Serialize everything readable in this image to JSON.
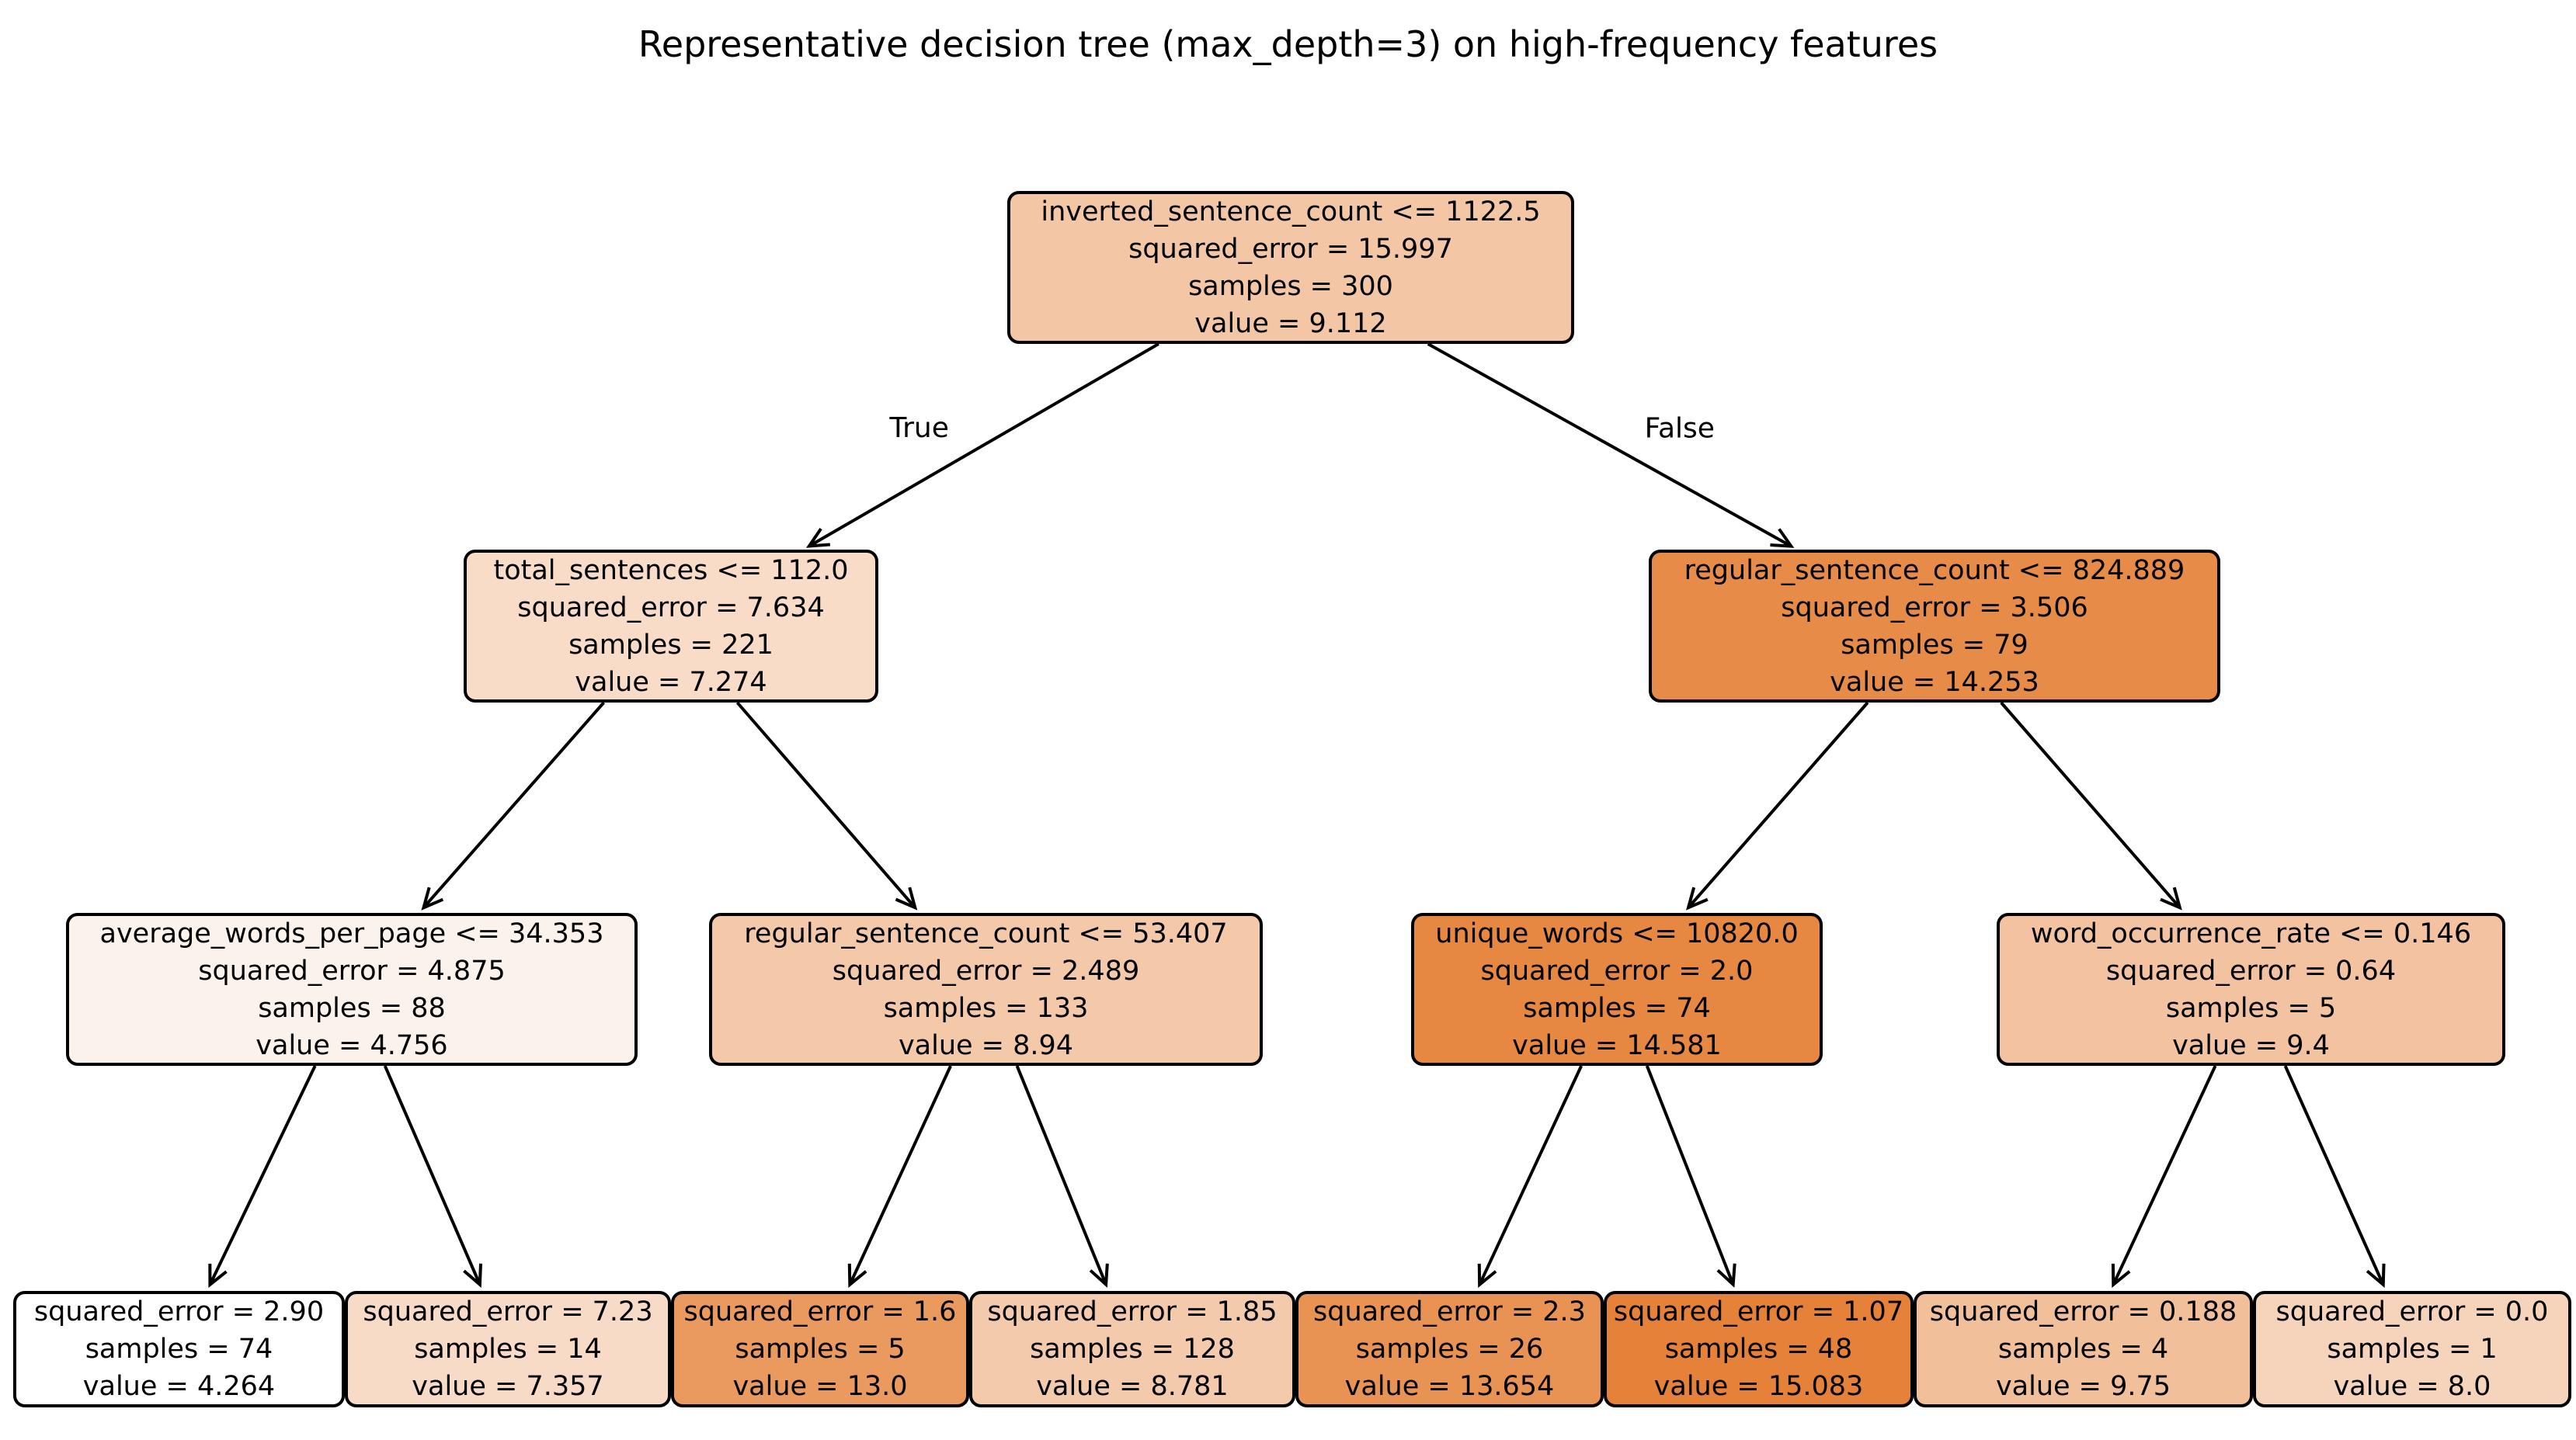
{
  "title": "Representative decision tree (max_depth=3) on high-frequency features",
  "figure": {
    "background": "#ffffff",
    "box_border_color": "#000000",
    "arrow_color": "#000000",
    "text_color": "#000000",
    "colormap_low": "#ffffff",
    "colormap_high": "#e58139"
  },
  "nodes": [
    {
      "id": "root",
      "condition": "inverted_sentence_count <= 1122.5",
      "squared_error": "squared_error = 15.997",
      "samples": "samples = 300",
      "value": "value = 9.112",
      "color": "#f3c7a6"
    },
    {
      "id": "n_true",
      "condition": "total_sentences <= 112.0",
      "squared_error": "squared_error = 7.634",
      "samples": "samples = 221",
      "value": "value = 7.274",
      "color": "#f8dcc8"
    },
    {
      "id": "n_false",
      "condition": "regular_sentence_count <= 824.889",
      "squared_error": "squared_error = 3.506",
      "samples": "samples = 79",
      "value": "value = 14.253",
      "color": "#e78b48"
    },
    {
      "id": "n_awpp",
      "condition": "average_words_per_page <= 34.353",
      "squared_error": "squared_error = 4.875",
      "samples": "samples = 88",
      "value": "value = 4.756",
      "color": "#fbf2ec"
    },
    {
      "id": "n_rsc2",
      "condition": "regular_sentence_count <= 53.407",
      "squared_error": "squared_error = 2.489",
      "samples": "samples = 133",
      "value": "value = 8.94",
      "color": "#f4c9a9"
    },
    {
      "id": "n_uw",
      "condition": "unique_words <= 10820.0",
      "squared_error": "squared_error = 2.0",
      "samples": "samples = 74",
      "value": "value = 14.581",
      "color": "#e68742"
    },
    {
      "id": "n_wor",
      "condition": "word_occurrence_rate <= 0.146",
      "squared_error": "squared_error = 0.64",
      "samples": "samples = 5",
      "value": "value = 9.4",
      "color": "#f3c3a1"
    },
    {
      "id": "leaf1",
      "squared_error": "squared_error = 2.90",
      "samples": "samples = 74",
      "value": "value = 4.264",
      "color": "#ffffff"
    },
    {
      "id": "leaf2",
      "squared_error": "squared_error = 7.23",
      "samples": "samples = 14",
      "value": "value = 7.357",
      "color": "#f8dbc6"
    },
    {
      "id": "leaf3",
      "squared_error": "squared_error = 1.6",
      "samples": "samples = 5",
      "value": "value = 13.0",
      "color": "#ea995f"
    },
    {
      "id": "leaf4",
      "squared_error": "squared_error = 1.85",
      "samples": "samples = 128",
      "value": "value = 8.781",
      "color": "#f4caac"
    },
    {
      "id": "leaf5",
      "squared_error": "squared_error = 2.3",
      "samples": "samples = 26",
      "value": "value = 13.654",
      "color": "#e89253"
    },
    {
      "id": "leaf6",
      "squared_error": "squared_error = 1.07",
      "samples": "samples = 48",
      "value": "value = 15.083",
      "color": "#e58139"
    },
    {
      "id": "leaf7",
      "squared_error": "squared_error = 0.188",
      "samples": "samples = 4",
      "value": "value = 9.75",
      "color": "#f2bf9b"
    },
    {
      "id": "leaf8",
      "squared_error": "squared_error = 0.0",
      "samples": "samples = 1",
      "value": "value = 8.0",
      "color": "#f6d4bb"
    }
  ],
  "edges": [
    {
      "from": "root",
      "to": "n_true",
      "label": "True"
    },
    {
      "from": "root",
      "to": "n_false",
      "label": "False"
    },
    {
      "from": "n_true",
      "to": "n_awpp"
    },
    {
      "from": "n_true",
      "to": "n_rsc2"
    },
    {
      "from": "n_false",
      "to": "n_uw"
    },
    {
      "from": "n_false",
      "to": "n_wor"
    },
    {
      "from": "n_awpp",
      "to": "leaf1"
    },
    {
      "from": "n_awpp",
      "to": "leaf2"
    },
    {
      "from": "n_rsc2",
      "to": "leaf3"
    },
    {
      "from": "n_rsc2",
      "to": "leaf4"
    },
    {
      "from": "n_uw",
      "to": "leaf5"
    },
    {
      "from": "n_uw",
      "to": "leaf6"
    },
    {
      "from": "n_wor",
      "to": "leaf7"
    },
    {
      "from": "n_wor",
      "to": "leaf8"
    }
  ]
}
